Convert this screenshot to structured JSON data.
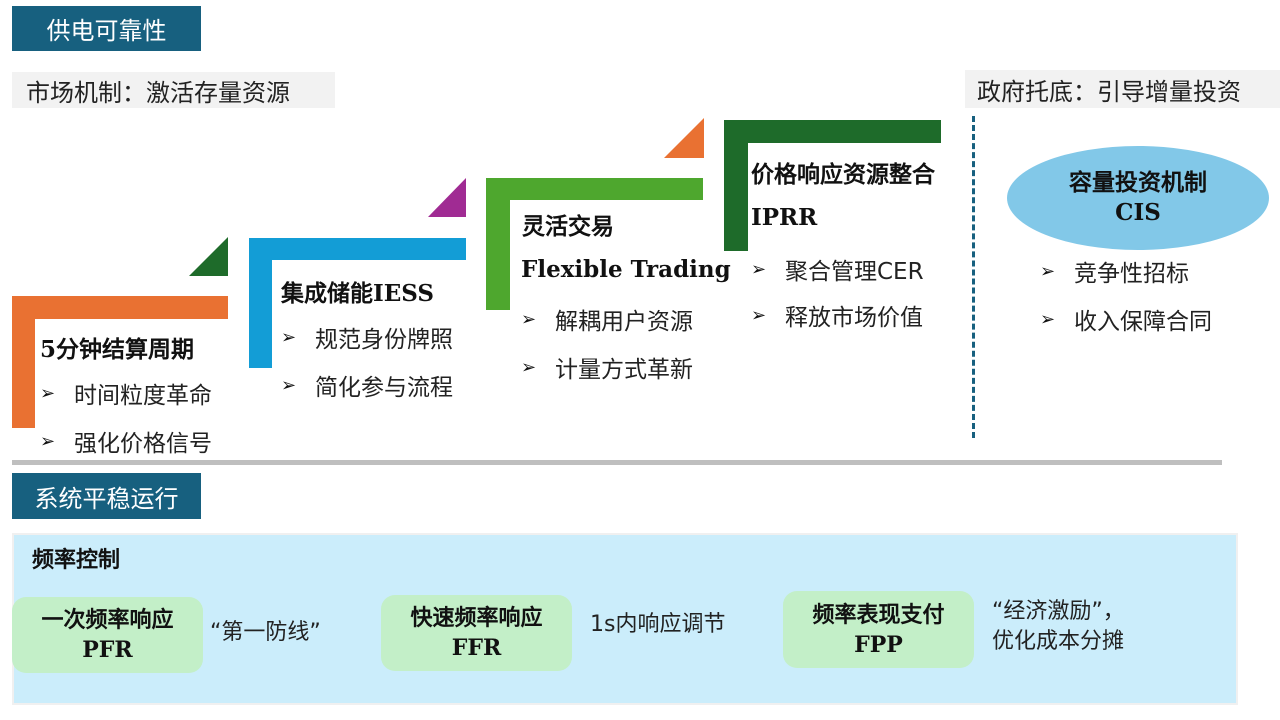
{
  "sections": {
    "supply_reliability": "供电可靠性",
    "system_stability": "系统平稳运行"
  },
  "subheads": {
    "market": "市场机制：激活存量资源",
    "government": "政府托底：引导增量投资"
  },
  "steps": [
    {
      "title": "5分钟结算周期",
      "subtitle": "",
      "bullets": [
        "时间粒度革命",
        "强化价格信号"
      ],
      "color": "#e97132",
      "accent_color": "#1e6b2a"
    },
    {
      "title": "集成储能IESS",
      "subtitle": "",
      "bullets": [
        "规范身份牌照",
        "简化参与流程"
      ],
      "color": "#139dd6",
      "accent_color": "#a02b93"
    },
    {
      "title": "灵活交易",
      "subtitle": "Flexible Trading",
      "bullets": [
        "解耦用户资源",
        "计量方式革新"
      ],
      "color": "#4ea72e",
      "accent_color": "#e97132"
    },
    {
      "title": "价格响应资源整合",
      "subtitle": "IPRR",
      "bullets": [
        "聚合管理CER",
        "释放市场价值"
      ],
      "color": "#1e6b2a",
      "accent_color": ""
    }
  ],
  "capacity": {
    "title": "容量投资机制",
    "subtitle": "CIS",
    "bullets": [
      "竞争性招标",
      "收入保障合同"
    ],
    "color": "#82c8e8"
  },
  "bullet_icon": "arrow-right-icon",
  "bullet_glyph": "➢",
  "frequency": {
    "title": "频率控制",
    "items": [
      {
        "name": "一次频率响应",
        "abbr": "PFR",
        "note_lines": [
          "“第一防线”"
        ]
      },
      {
        "name": "快速频率响应",
        "abbr": "FFR",
        "note_lines": [
          "1s内响应调节"
        ]
      },
      {
        "name": "频率表现支付",
        "abbr": "FPP",
        "note_lines": [
          "“经济激励”，",
          "优化成本分摊"
        ]
      }
    ]
  },
  "colors": {
    "section_tag": "#17607f",
    "subhead_bg": "#f2f2f2",
    "panel_bg": "#cbedfb",
    "pill_bg": "#c3efc8",
    "divider": "#bfbfbf"
  }
}
